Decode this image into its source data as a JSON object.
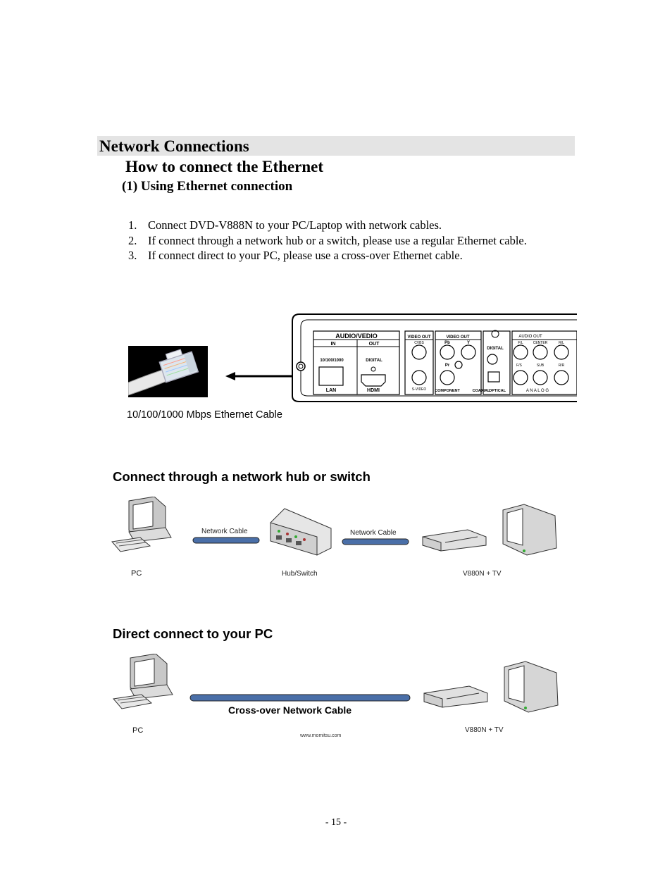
{
  "section": {
    "title": "Network Connections"
  },
  "subsection": {
    "title": "How to connect the Ethernet"
  },
  "subsubsection": {
    "title": "(1) Using Ethernet connection"
  },
  "steps": [
    {
      "num": "1.",
      "text": "Connect DVD-V888N to your PC/Laptop with network cables."
    },
    {
      "num": "2.",
      "text": "If connect through a network hub or a switch, please use a regular Ethernet cable."
    },
    {
      "num": "3.",
      "text": "If connect direct to your PC, please use a cross-over Ethernet cable."
    }
  ],
  "panel": {
    "audio_vedio": "AUDIO/VEDIO",
    "in": "IN",
    "out": "OUT",
    "speed": "10/100/1000",
    "digital": "DIGITAL",
    "lan": "LAN",
    "hdmi": "HDMI",
    "video_out": "VIDEO OUT",
    "cvbs": "CVBS",
    "svideo": "S-VIDEO",
    "video_out2": "VIDEO OUT",
    "pb": "Pb",
    "y": "Y",
    "pr": "Pr",
    "component": "COMPONENT",
    "digital2": "DIGITAL",
    "coaxial": "COAXIAL",
    "optical": "OPTICAL",
    "audio_out": "AUDIO OUT",
    "fl": "F/L",
    "center": "CENTER",
    "fr": "R/L",
    "rs": "F/S",
    "sub": "SUB",
    "rr": "R/R",
    "analog": "A N A L O G"
  },
  "cable_caption": "10/100/1000 Mbps Ethernet Cable",
  "hub_diagram": {
    "heading": "Connect through a network hub or switch",
    "cable1": "Network Cable",
    "cable2": "Network Cable",
    "pc": "PC",
    "hub": "Hub/Switch",
    "device": "V880N + TV"
  },
  "direct_diagram": {
    "heading": "Direct connect to your PC",
    "cable": "Cross-over Network Cable",
    "pc": "PC",
    "device": "V880N + TV",
    "website": "www.momitsu.com"
  },
  "page_number": "- 15 -"
}
